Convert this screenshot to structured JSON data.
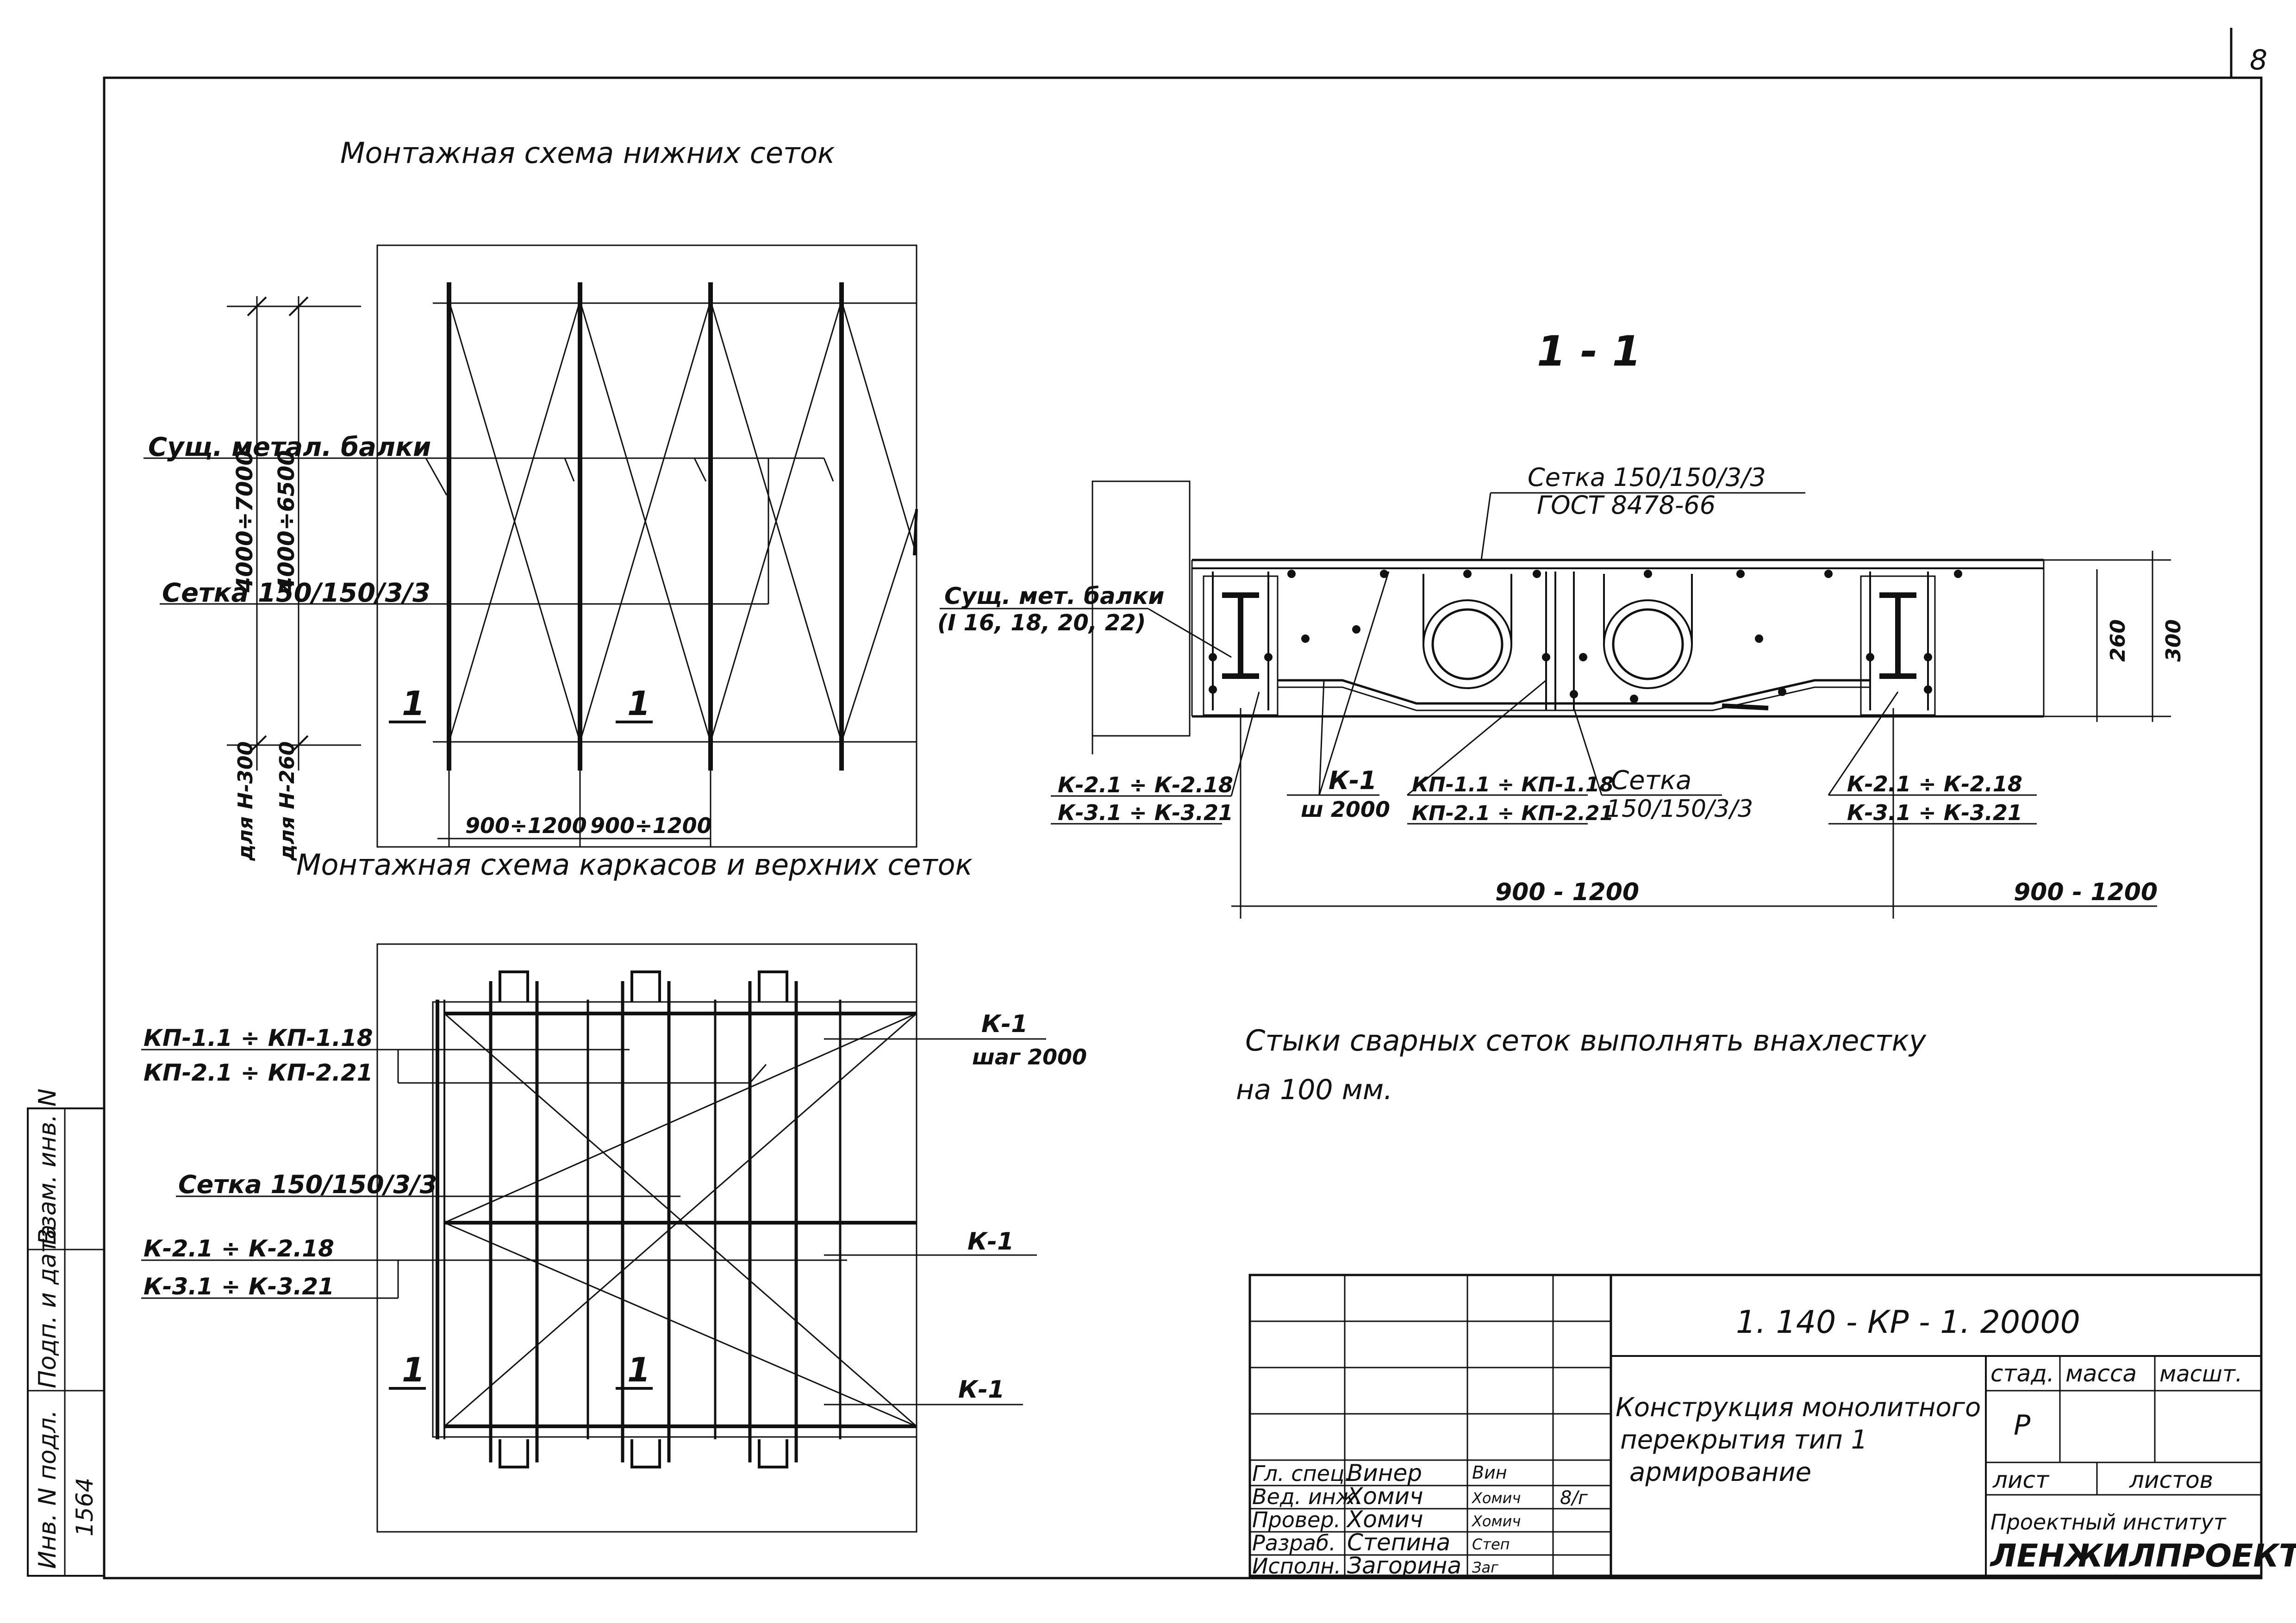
{
  "sheet_number": "8",
  "plan_bottom": {
    "title": "Монтажная схема нижних сеток",
    "label_beams": "Сущ. метал. балки",
    "label_mesh": "Сетка 150/150/3/3",
    "dim_v1": "4000÷7000",
    "dim_v2": "4000÷6500",
    "dim_h300": "для Н-300",
    "dim_h260": "для Н-260",
    "dim_h1": "900÷1200",
    "dim_h2": "900÷1200",
    "section_mark": "1"
  },
  "plan_top": {
    "title": "Монтажная схема каркасов и верхних сеток",
    "label_kp1": "КП-1.1 ÷ КП-1.18",
    "label_kp2": "КП-2.1 ÷ КП-2.21",
    "label_mesh": "Сетка 150/150/3/3",
    "label_k2": "К-2.1 ÷ К-2.18",
    "label_k3": "К-3.1 ÷ К-3.21",
    "label_k1_top": "К-1",
    "label_k1_step": "шаг 2000",
    "label_k1_mid": "К-1",
    "label_k1_bot": "К-1",
    "section_mark": "1"
  },
  "section": {
    "title": "1 - 1",
    "mesh_top_1": "Сетка 150/150/3/3",
    "mesh_top_2": "ГОСТ 8478-66",
    "beams_1": "Сущ. мет. балки",
    "beams_2": "(I 16, 18, 20, 22)",
    "k21_left": "К-2.1 ÷ К-2.18",
    "k31_left": "К-3.1 ÷ К-3.21",
    "k1": "К-1",
    "k1_step": "ш 2000",
    "kp11": "КП-1.1 ÷ КП-1.18",
    "kp21": "КП-2.1 ÷ КП-2.21",
    "mesh_b1": "Сетка",
    "mesh_b2": "150/150/3/3",
    "k21_right": "К-2.1 ÷ К-2.18",
    "k31_right": "К-3.1 ÷ К-3.21",
    "dim_260": "260",
    "dim_300": "300",
    "dim_span": "900 - 1200",
    "dim_span_right": "900 - 1200"
  },
  "note": {
    "line1": "Стыки сварных сеток выполнять внахлестку",
    "line2": "на 100 мм."
  },
  "side_stamp": {
    "cell1": "Инв. N подл.",
    "cell2": "Подп. и дата",
    "cell3": "Взам. инв. N",
    "inv_value": "1564"
  },
  "title_block": {
    "code": "1. 140 - КР - 1. 20000",
    "desc_1": "Конструкция монолитного",
    "desc_2": "перекрытия тип 1",
    "desc_3": "армирование",
    "stage_hdr": "стад.",
    "mass_hdr": "масса",
    "scale_hdr": "масшт.",
    "stage_val": "Р",
    "sheet_hdr": "лист",
    "sheets_hdr": "листов",
    "org_1": "Проектный институт",
    "org_2": "ЛЕНЖИЛПРОЕКТ",
    "date_mark": "8/г",
    "roles": [
      {
        "role": "Гл. спец.",
        "name": "Винер",
        "sign": "Вин"
      },
      {
        "role": "Вед. инж.",
        "name": "Хомич",
        "sign": "Хомич"
      },
      {
        "role": "Провер.",
        "name": "Хомич",
        "sign": "Хомич"
      },
      {
        "role": "Разраб.",
        "name": "Степина",
        "sign": "Степ"
      },
      {
        "role": "Исполн.",
        "name": "Загорина",
        "sign": "Заг"
      }
    ]
  }
}
